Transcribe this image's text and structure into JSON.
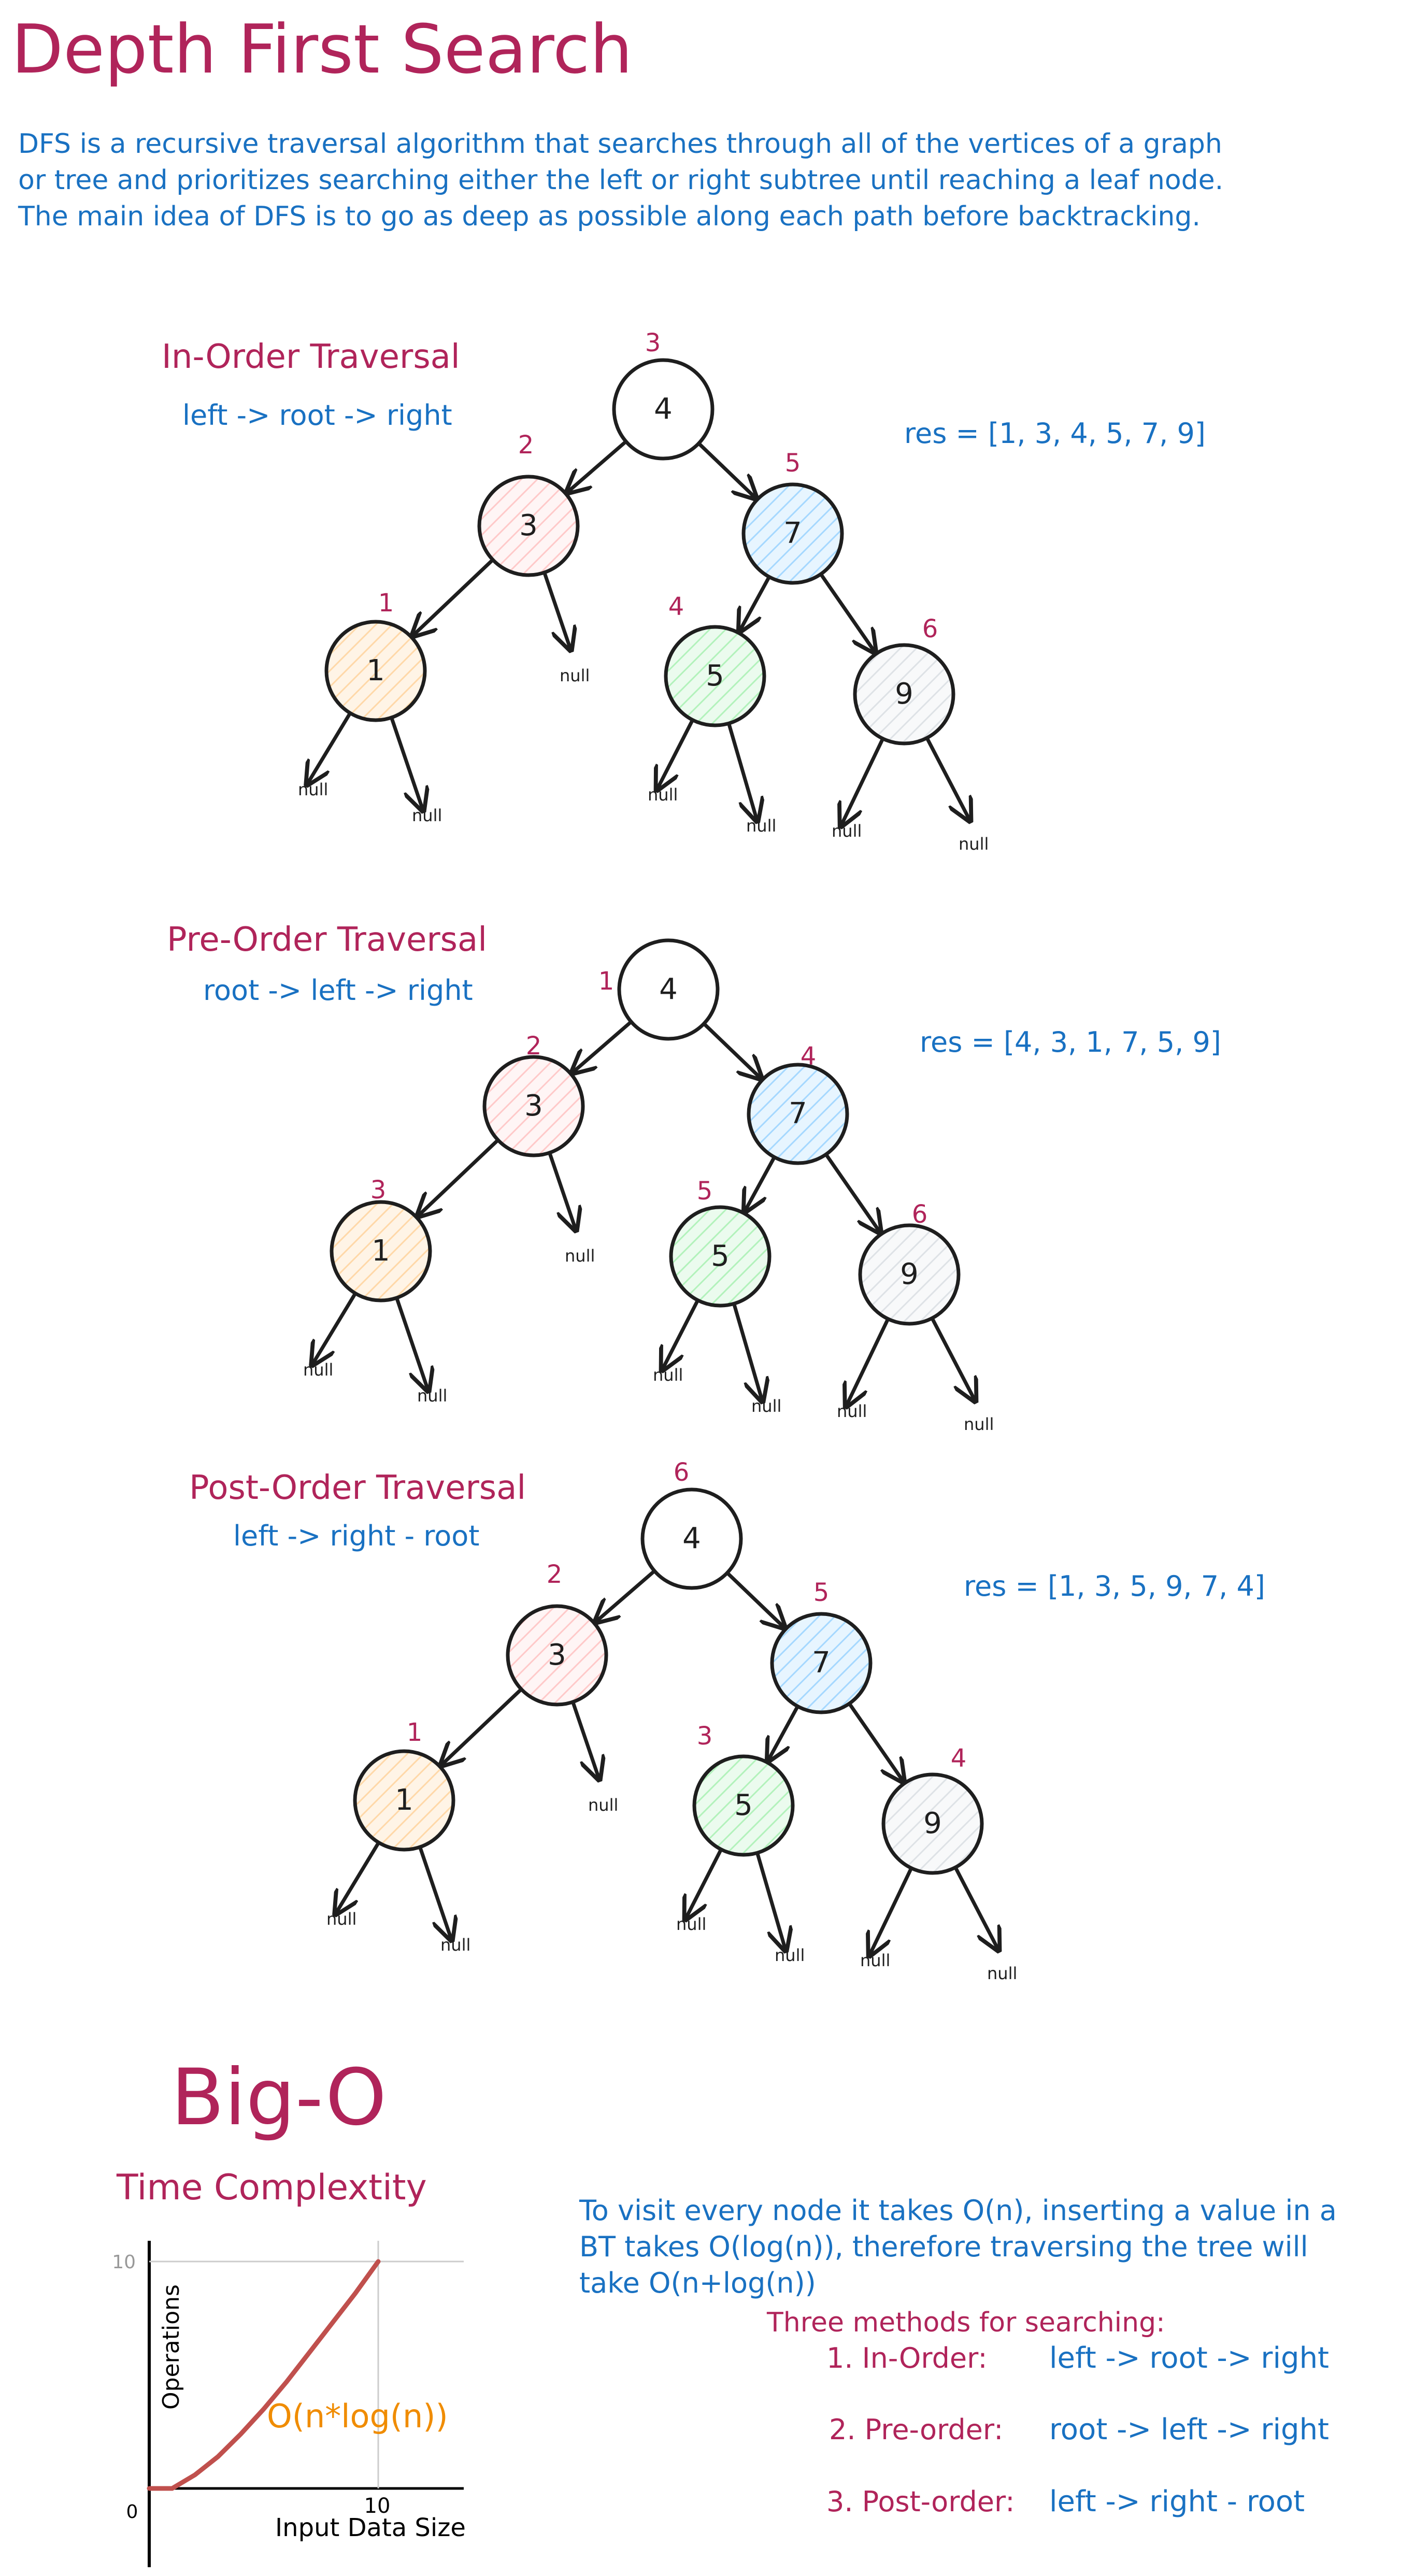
{
  "title": "Depth First Search",
  "intro": [
    "DFS is a recursive traversal algorithm that searches through all of the vertices of a graph",
    "or tree and prioritizes searching either the left or right subtree until reaching a leaf node.",
    "The main idea of DFS is to go as deep as possible along each path before backtracking."
  ],
  "null_label": "null",
  "traversals": [
    {
      "title": "In-Order Traversal",
      "rule": "left -> root -> right",
      "result": "res = [1, 3, 4, 5, 7, 9]",
      "nodes": [
        {
          "value": "4",
          "order": "3"
        },
        {
          "value": "3",
          "order": "2"
        },
        {
          "value": "7",
          "order": "5"
        },
        {
          "value": "1",
          "order": "1"
        },
        {
          "value": "5",
          "order": "4"
        },
        {
          "value": "9",
          "order": "6"
        }
      ]
    },
    {
      "title": "Pre-Order Traversal",
      "rule": "root -> left -> right",
      "result": "res = [4, 3, 1, 7, 5, 9]",
      "nodes": [
        {
          "value": "4",
          "order": "1"
        },
        {
          "value": "3",
          "order": "2"
        },
        {
          "value": "7",
          "order": "4"
        },
        {
          "value": "1",
          "order": "3"
        },
        {
          "value": "5",
          "order": "5"
        },
        {
          "value": "9",
          "order": "6"
        }
      ]
    },
    {
      "title": "Post-Order Traversal",
      "rule": "left -> right - root",
      "result": "res = [1, 3, 5, 9, 7, 4]",
      "nodes": [
        {
          "value": "4",
          "order": "6"
        },
        {
          "value": "3",
          "order": "2"
        },
        {
          "value": "7",
          "order": "5"
        },
        {
          "value": "1",
          "order": "1"
        },
        {
          "value": "5",
          "order": "3"
        },
        {
          "value": "9",
          "order": "4"
        }
      ]
    }
  ],
  "node_colors": {
    "4": "#ffffff",
    "3": "#ffc9c9",
    "7": "#a5d8ff",
    "1": "#ffd8a8",
    "5": "#b2f2bb",
    "9": "#e9ecef"
  },
  "big_o": {
    "title": "Big-O",
    "subtitle": "Time Complextity",
    "explanation": [
      "To visit every node it takes O(n), inserting a value in a",
      "BT takes O(log(n)), therefore traversing the tree will",
      "take O(n+log(n))"
    ],
    "methods_heading": "Three methods for searching:",
    "methods": [
      {
        "label": "1. In-Order:",
        "rule": "left -> root -> right"
      },
      {
        "label": "2. Pre-order:",
        "rule": "root -> left -> right"
      },
      {
        "label": "3. Post-order:",
        "rule": "left -> right - root"
      }
    ]
  },
  "chart_data": {
    "type": "line",
    "xlabel": "Input Data Size",
    "ylabel": "Operations",
    "x_tick_labels": [
      "0",
      "10"
    ],
    "y_tick_labels": [
      "10"
    ],
    "xlim": [
      0,
      10
    ],
    "ylim": [
      0,
      10
    ],
    "series_label": "O(n*log(n))",
    "line_color": "#c0504d",
    "label_color": "#f08c00",
    "x": [
      0,
      1,
      2,
      3,
      4,
      5,
      6,
      7,
      8,
      9,
      10
    ],
    "y": [
      0,
      0,
      0.6,
      1.4,
      2.4,
      3.5,
      4.7,
      6.0,
      7.3,
      8.6,
      10
    ]
  }
}
